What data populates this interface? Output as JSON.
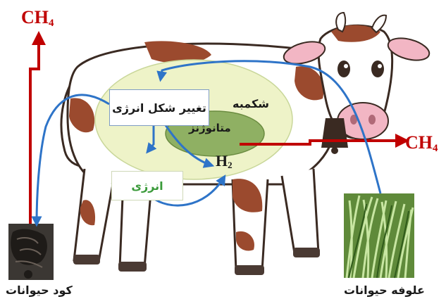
{
  "diagram": {
    "labels": {
      "methane_top": {
        "main": "CH",
        "sub": "4"
      },
      "methane_right": {
        "main": "CH",
        "sub": "4"
      },
      "rumen": "شکمبه",
      "energy_conversion": "تغییر شکل انرژی",
      "methanogens": "متانوژنز",
      "hydrogen": {
        "main": "H",
        "sub": "2"
      },
      "energy": "انرژی",
      "manure": "کود حیوانات",
      "feed": "علوفه حیوانات"
    },
    "colors": {
      "methane": "#c00000",
      "flow_arrow": "#2e74c8",
      "rumen_fill": "#eef3c8",
      "methanogen_fill": "#8fb063",
      "energy_text": "#3a9a3a"
    },
    "icons": [
      "cow-illustration",
      "manure-image",
      "grass-image"
    ]
  }
}
